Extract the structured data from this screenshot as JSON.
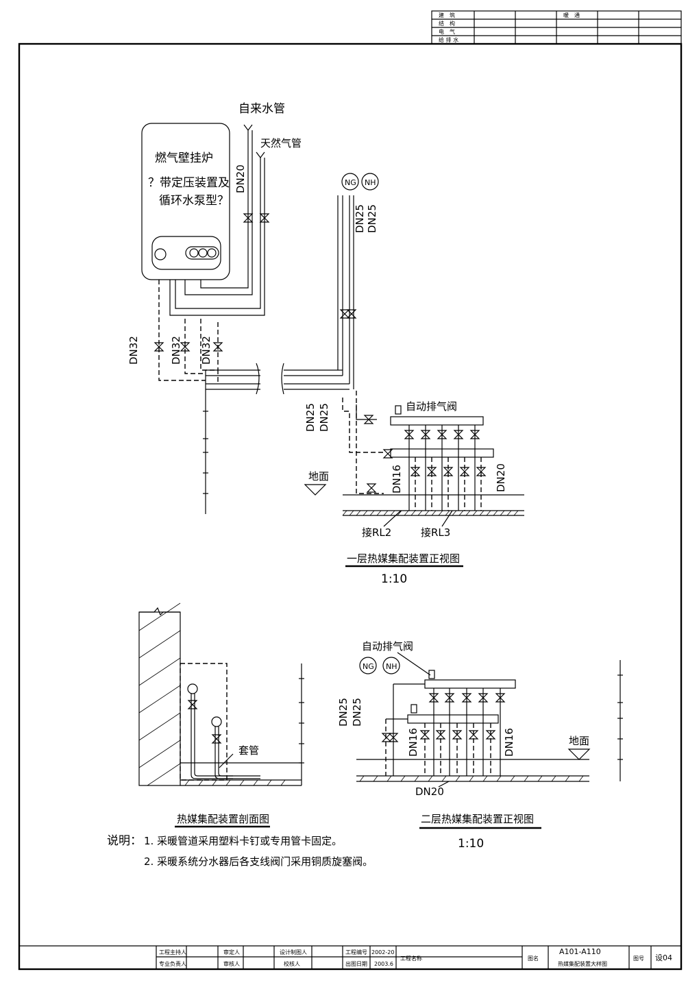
{
  "top_table": {
    "rows": [
      "建　筑",
      "结　构",
      "电　气",
      "给 排 水"
    ],
    "right_label": "暖　通"
  },
  "boiler": {
    "title": "燃气壁挂炉",
    "line2": "？带定压装置及",
    "line3": "循环水泵型？"
  },
  "labels": {
    "water_pipe": "自来水管",
    "gas_pipe": "天然气管",
    "dn20": "DN20",
    "dn32": "DN32",
    "dn25": "DN25",
    "dn16": "DN16",
    "ng": "NG",
    "nh": "NH",
    "air_valve": "自动排气阀",
    "ground": "地面",
    "connect_rl2": "接RL2",
    "connect_rl3": "接RL3",
    "sleeve": "套管"
  },
  "views": {
    "floor1_title": "一层热媒集配装置正视图",
    "floor1_scale": "1:10",
    "section_title": "热媒集配装置剖面图",
    "floor2_title": "二层热媒集配装置正视图",
    "floor2_scale": "1:10"
  },
  "notes": {
    "prefix": "说明：",
    "note1": "1. 采暖管道采用塑料卡钉或专用管卡固定。",
    "note2": "2. 采暖系统分水器后各支线阀门采用铜质旋塞阀。"
  },
  "title_block": {
    "project_lead": "工程主持人",
    "discipline_lead": "专业负责人",
    "reviewer": "审定人",
    "checker": "审核人",
    "designer": "设计制图人",
    "proofreader": "校核人",
    "project_no_label": "工程编号",
    "project_no": "2002-20",
    "date_label": "出图日期",
    "date": "2003.6",
    "project_name_label": "工程名称",
    "drawing_name_label": "图名",
    "drawing_name_1": "A101-A110",
    "drawing_name_2": "热媒集配装置大样图",
    "sheet_no_label": "图号",
    "sheet_no": "设04"
  }
}
